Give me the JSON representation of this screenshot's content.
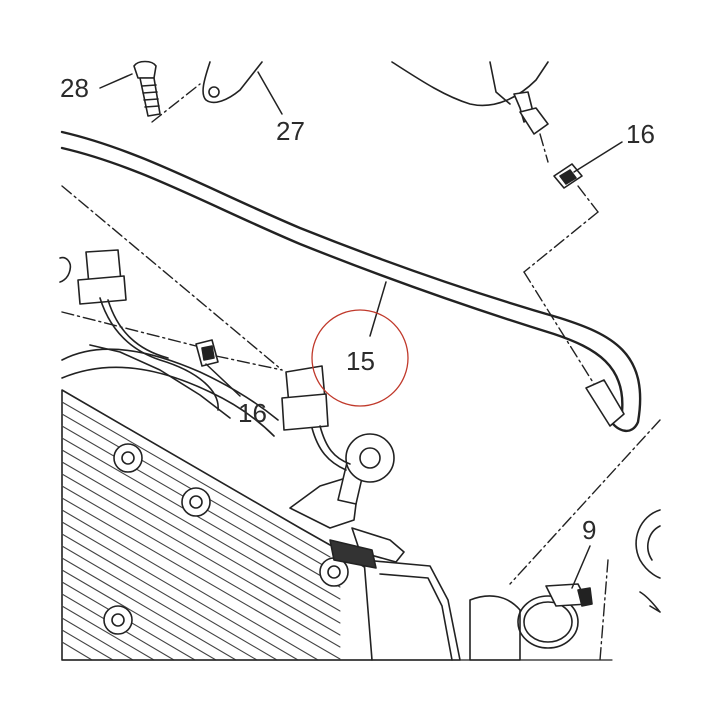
{
  "diagram": {
    "callouts": {
      "c28": "28",
      "c27": "27",
      "c16_top": "16",
      "c15": "15",
      "c16_left": "16",
      "c9": "9"
    },
    "colors": {
      "line": "#222222",
      "highlight_circle": "#c0392b"
    }
  }
}
